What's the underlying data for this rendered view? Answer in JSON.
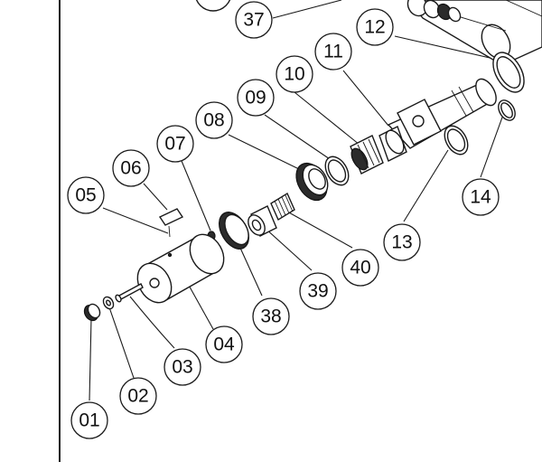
{
  "callouts": [
    {
      "id": "01",
      "label": "01"
    },
    {
      "id": "02",
      "label": "02"
    },
    {
      "id": "03",
      "label": "03"
    },
    {
      "id": "04",
      "label": "04"
    },
    {
      "id": "05",
      "label": "05"
    },
    {
      "id": "06",
      "label": "06"
    },
    {
      "id": "07",
      "label": "07"
    },
    {
      "id": "08",
      "label": "08"
    },
    {
      "id": "09",
      "label": "09"
    },
    {
      "id": "10",
      "label": "10"
    },
    {
      "id": "11",
      "label": "11"
    },
    {
      "id": "12",
      "label": "12"
    },
    {
      "id": "13",
      "label": "13"
    },
    {
      "id": "14",
      "label": "14"
    },
    {
      "id": "37",
      "label": "37"
    },
    {
      "id": "38",
      "label": "38"
    },
    {
      "id": "39",
      "label": "39"
    },
    {
      "id": "40",
      "label": "40"
    }
  ]
}
